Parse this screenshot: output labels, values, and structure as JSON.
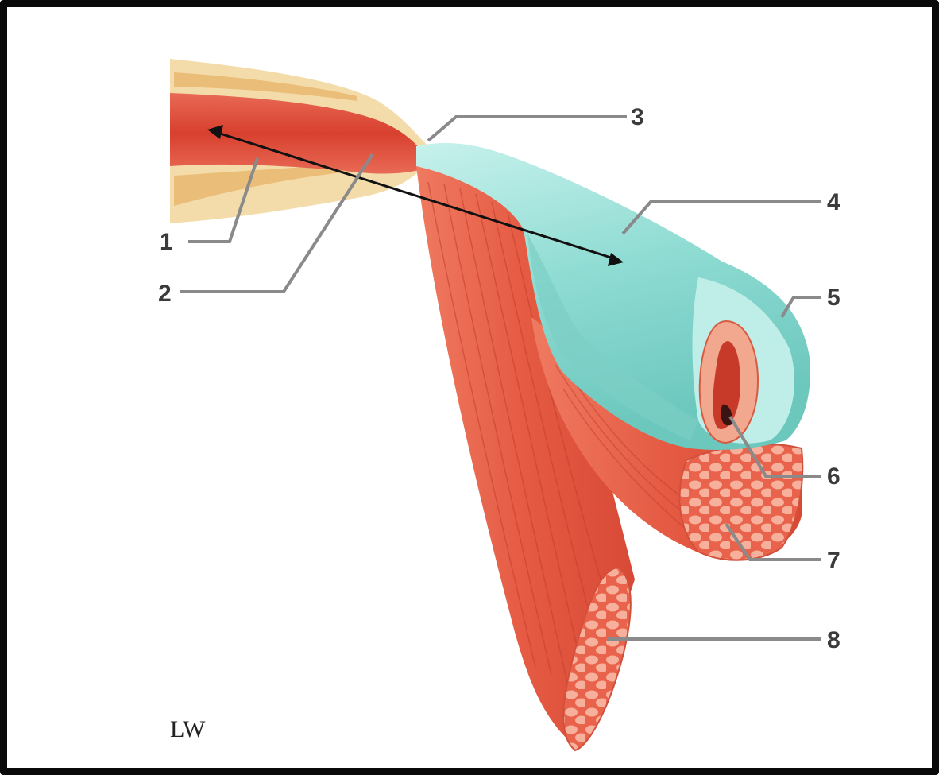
{
  "diagram": {
    "callouts": [
      {
        "label": "1"
      },
      {
        "label": "2"
      },
      {
        "label": "3"
      },
      {
        "label": "4"
      },
      {
        "label": "5"
      },
      {
        "label": "6"
      },
      {
        "label": "7"
      },
      {
        "label": "8"
      }
    ],
    "signature": "LW",
    "colors": {
      "muscle": "#e8604a",
      "muscle_light": "#f39a7f",
      "tendon_outer": "#8fd8d0",
      "tendon_inner": "#bfeee8",
      "bone_marrow": "#f1d49a",
      "frame": "#0a0a0a"
    }
  }
}
